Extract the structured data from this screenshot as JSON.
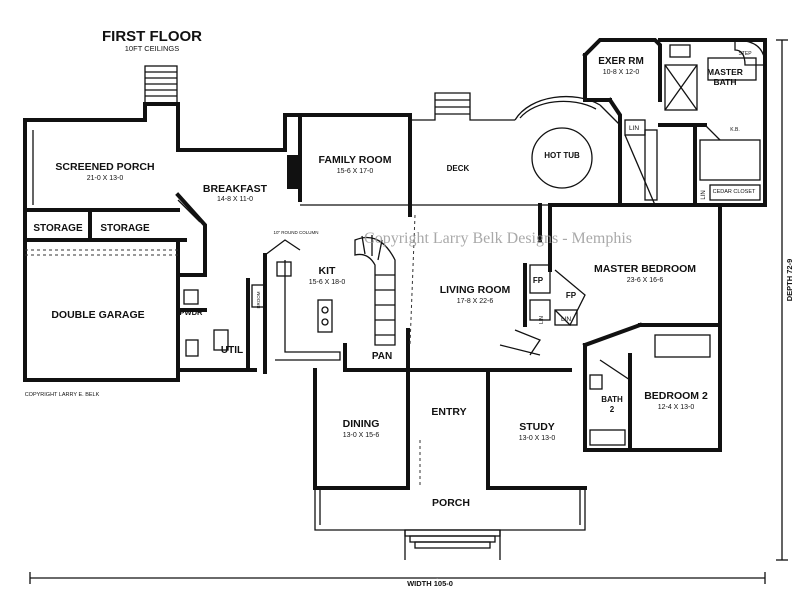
{
  "title": {
    "main": "FIRST FLOOR",
    "sub": "10FT CEILINGS"
  },
  "watermark": "Copyright Larry Belk Designs - Memphis",
  "copyright_small": "COPYRIGHT LARRY E. BELK",
  "overall": {
    "width": "WIDTH 105-0",
    "depth": "DEPTH 72-9"
  },
  "rooms": {
    "screened_porch": {
      "name": "SCREENED PORCH",
      "dims": "21-0 X 13-0"
    },
    "breakfast": {
      "name": "BREAKFAST",
      "dims": "14-8 X 11-0"
    },
    "family_room": {
      "name": "FAMILY ROOM",
      "dims": "15-6 X 17-0"
    },
    "deck": {
      "name": "DECK"
    },
    "hot_tub": {
      "name": "HOT TUB"
    },
    "exer_rm": {
      "name": "EXER RM",
      "dims": "10-8 X 12-0"
    },
    "master_bath": {
      "name": "MASTER",
      "name2": "BATH"
    },
    "storage_1": {
      "name": "STORAGE"
    },
    "storage_2": {
      "name": "STORAGE"
    },
    "double_garage": {
      "name": "DOUBLE GARAGE"
    },
    "kit": {
      "name": "KIT",
      "dims": "15-6 X 18-0"
    },
    "pwdr": {
      "name": "PWDR"
    },
    "util": {
      "name": "UTIL"
    },
    "pan": {
      "name": "PAN"
    },
    "living_room": {
      "name": "LIVING ROOM",
      "dims": "17-8 X 22-6"
    },
    "master_bedroom": {
      "name": "MASTER BEDROOM",
      "dims": "23-6 X 16-6"
    },
    "dining": {
      "name": "DINING",
      "dims": "13-0 X 15-6"
    },
    "entry": {
      "name": "ENTRY"
    },
    "study": {
      "name": "STUDY",
      "dims": "13-0 X 13-0"
    },
    "bath_2": {
      "name": "BATH",
      "name2": "2"
    },
    "bedroom_2": {
      "name": "BEDROOM 2",
      "dims": "12-4 X 13-0"
    },
    "porch": {
      "name": "PORCH"
    }
  },
  "fixtures": {
    "lin_1": "LIN",
    "lin_2": "LIN",
    "lin_3": "LIN",
    "lin_4": "LIN",
    "fp_1": "FP",
    "fp_2": "FP",
    "cedar_closet": "CEDAR CLOSET",
    "step": "STEP",
    "kb": "K.B.",
    "column_note": "10\" ROUND COLUMN",
    "brooms": "BROOM"
  }
}
